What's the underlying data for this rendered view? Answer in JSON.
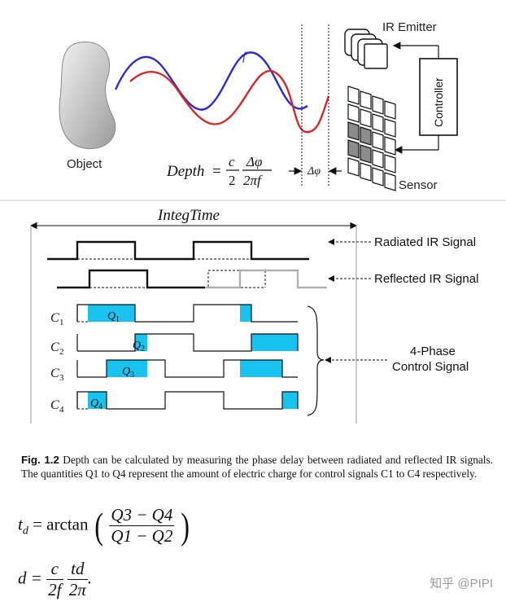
{
  "labels": {
    "ir_emitter": "IR Emitter",
    "controller": "Controller",
    "sensor": "Sensor",
    "object": "Object",
    "freq": "f",
    "delta_phi": "Δφ",
    "depth_lhs": "Depth",
    "depth_c": "c",
    "depth_2": "2",
    "depth_num": "Δφ",
    "depth_den": "2πf",
    "integ_time": "IntegTime",
    "radiated": "Radiated IR Signal",
    "reflected": "Reflected IR Signal",
    "phase1": "4-Phase",
    "phase2": "Control Signal",
    "c_letter": "C",
    "q_letter": "Q",
    "idx1": "1",
    "idx2": "2",
    "idx3": "3",
    "idx4": "4"
  },
  "caption": {
    "fig": "Fig. 1.2",
    "text": "Depth can be calculated by measuring the phase delay between radiated and reflected IR signals. The quantities Q1 to Q4 represent the amount of electric charge for control signals C1 to C4 respectively."
  },
  "equations": {
    "td_lhs": "t",
    "td_sub": "d",
    "td_op": "= arctan",
    "td_num": "Q3 − Q4",
    "td_den": "Q1 − Q2",
    "d_lhs": "d =",
    "d_c": "c",
    "d_2f": "2f",
    "d_td": "td",
    "d_2pi": "2π",
    "d_dot": "."
  },
  "watermark": "知乎 @PIPI",
  "colors": {
    "blue_wave": "#2a2ad8",
    "red_wave": "#d62828",
    "charge": "#19c3f0",
    "gray": "#b0b0b0",
    "object": "#cfcfcf"
  }
}
